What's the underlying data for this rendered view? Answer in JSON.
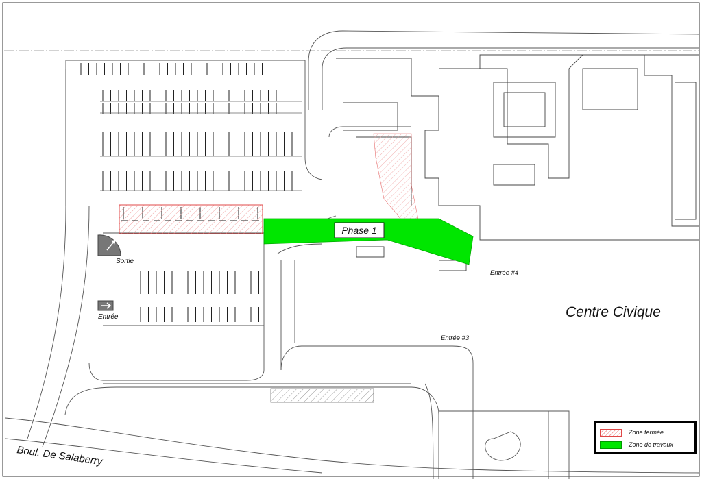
{
  "map": {
    "labels": {
      "phase": "Phase 1",
      "civic_center": "Centre Civique",
      "entrance_3": "Entrée #3",
      "entrance_4": "Entrée #4",
      "exit": "Sortie",
      "entry": "Entrée",
      "street": "Boul. De Salaberry"
    },
    "legend": {
      "closed_zone": "Zone fermée",
      "work_zone": "Zone de travaux"
    },
    "colors": {
      "work_zone": "#00e600",
      "closed_zone": "#e04848",
      "lines": "#555555"
    }
  }
}
